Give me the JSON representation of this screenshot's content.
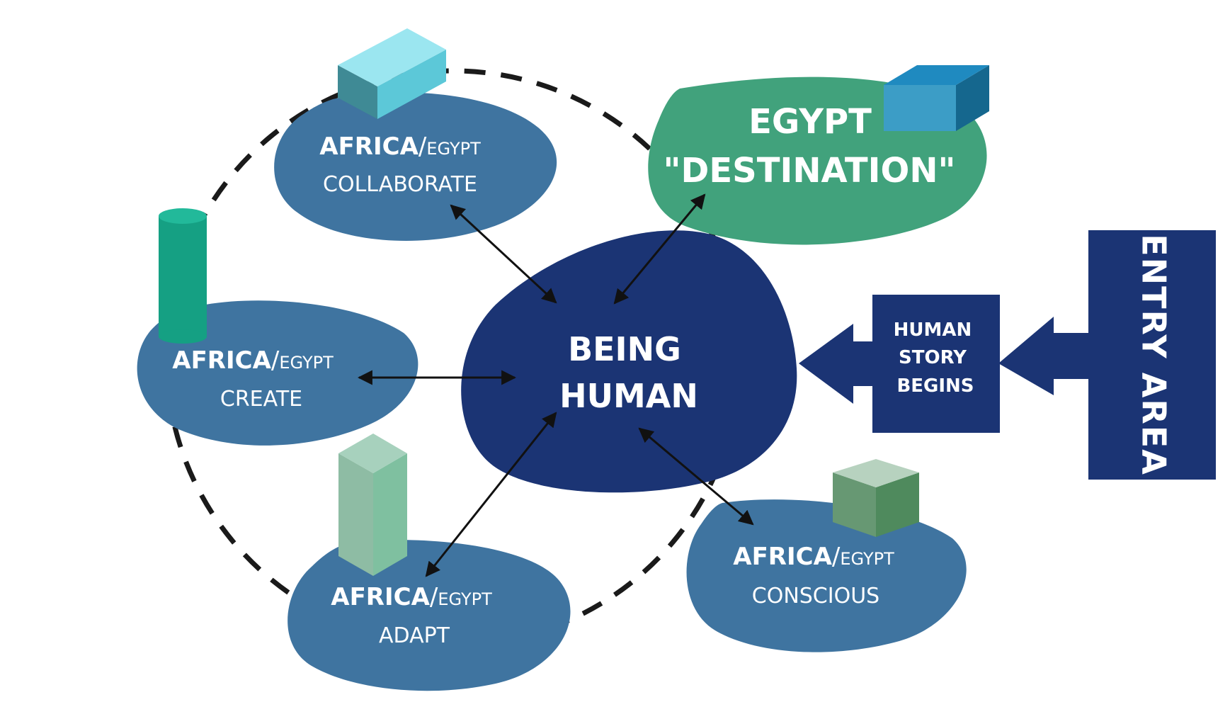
{
  "diagram": {
    "center": {
      "line1": "BEING",
      "line2": "HUMAN"
    },
    "destination": {
      "line1": "EGYPT",
      "line2": "\"DESTINATION\""
    },
    "nodes": [
      {
        "region": "AFRICA",
        "sep": "/",
        "sub": "EGYPT",
        "label": "COLLABORATE"
      },
      {
        "region": "AFRICA",
        "sep": "/",
        "sub": "EGYPT",
        "label": "CREATE"
      },
      {
        "region": "AFRICA",
        "sep": "/",
        "sub": "EGYPT",
        "label": "ADAPT"
      },
      {
        "region": "AFRICA",
        "sep": "/",
        "sub": "EGYPT",
        "label": "CONSCIOUS"
      }
    ],
    "story_box": {
      "line1": "HUMAN",
      "line2": "STORY",
      "line3": "BEGINS"
    },
    "entry": {
      "label": "ENTRY AREA"
    },
    "colors": {
      "navy": "#1b3474",
      "steel_blue": "#3f74a0",
      "green": "#41a27c",
      "dashed_ring": "#1a1a1a",
      "arrow": "#111111"
    }
  }
}
